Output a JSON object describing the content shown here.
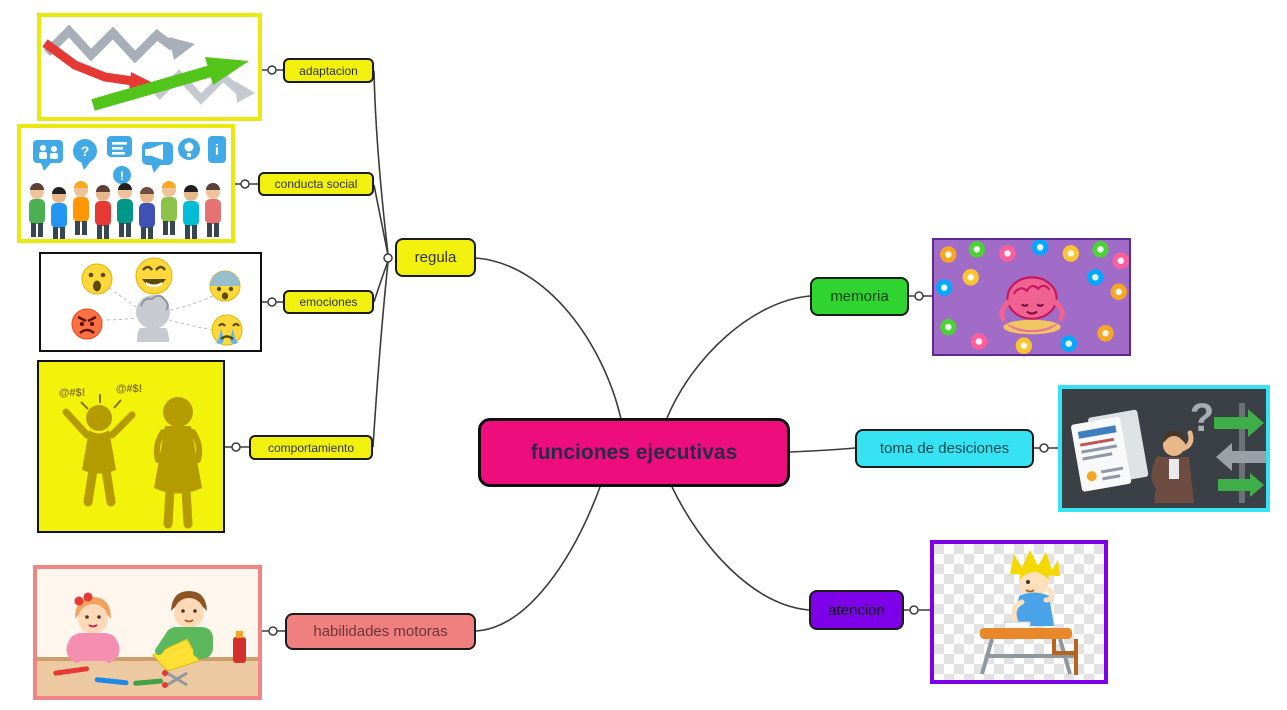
{
  "nodes": {
    "central": {
      "label": "funciones ejecutivas",
      "color": "#ee0d7d"
    },
    "regula": {
      "label": "regula",
      "color": "#f1f10d"
    },
    "adaptacion": {
      "label": "adaptacion",
      "color": "#f1f10d"
    },
    "conducta_social": {
      "label": "conducta social",
      "color": "#f1f10d"
    },
    "emociones": {
      "label": "emociones",
      "color": "#f1f10d"
    },
    "comportamiento": {
      "label": "comportamiento",
      "color": "#f1f10d"
    },
    "habilidades_motoras": {
      "label": "habilidades motoras",
      "color": "#f08080"
    },
    "memoria": {
      "label": "memoria",
      "color": "#2fd42f"
    },
    "toma_de_desiciones": {
      "label": "toma de desiciones",
      "color": "#35e3f2"
    },
    "atencion": {
      "label": "atencion",
      "color": "#7d00e8"
    }
  },
  "illustrations": {
    "adaptacion": {
      "name": "crossing-arrows-illustration"
    },
    "conducta_social": {
      "name": "crowd-speech-bubbles-illustration",
      "bubble_glyphs": {
        "question": "?",
        "exclamation": "!",
        "info": "i"
      }
    },
    "emociones": {
      "name": "emoji-faces-around-thinking-head-illustration"
    },
    "comportamiento": {
      "name": "angry-silhouettes-illustration",
      "symbols": "@#$!"
    },
    "habilidades_motoras": {
      "name": "children-crafting-illustration"
    },
    "memoria": {
      "name": "meditating-brain-illustration"
    },
    "toma_de_desiciones": {
      "name": "decision-arrows-illustration",
      "question_mark": "?"
    },
    "atencion": {
      "name": "boy-at-desk-illustration"
    }
  }
}
